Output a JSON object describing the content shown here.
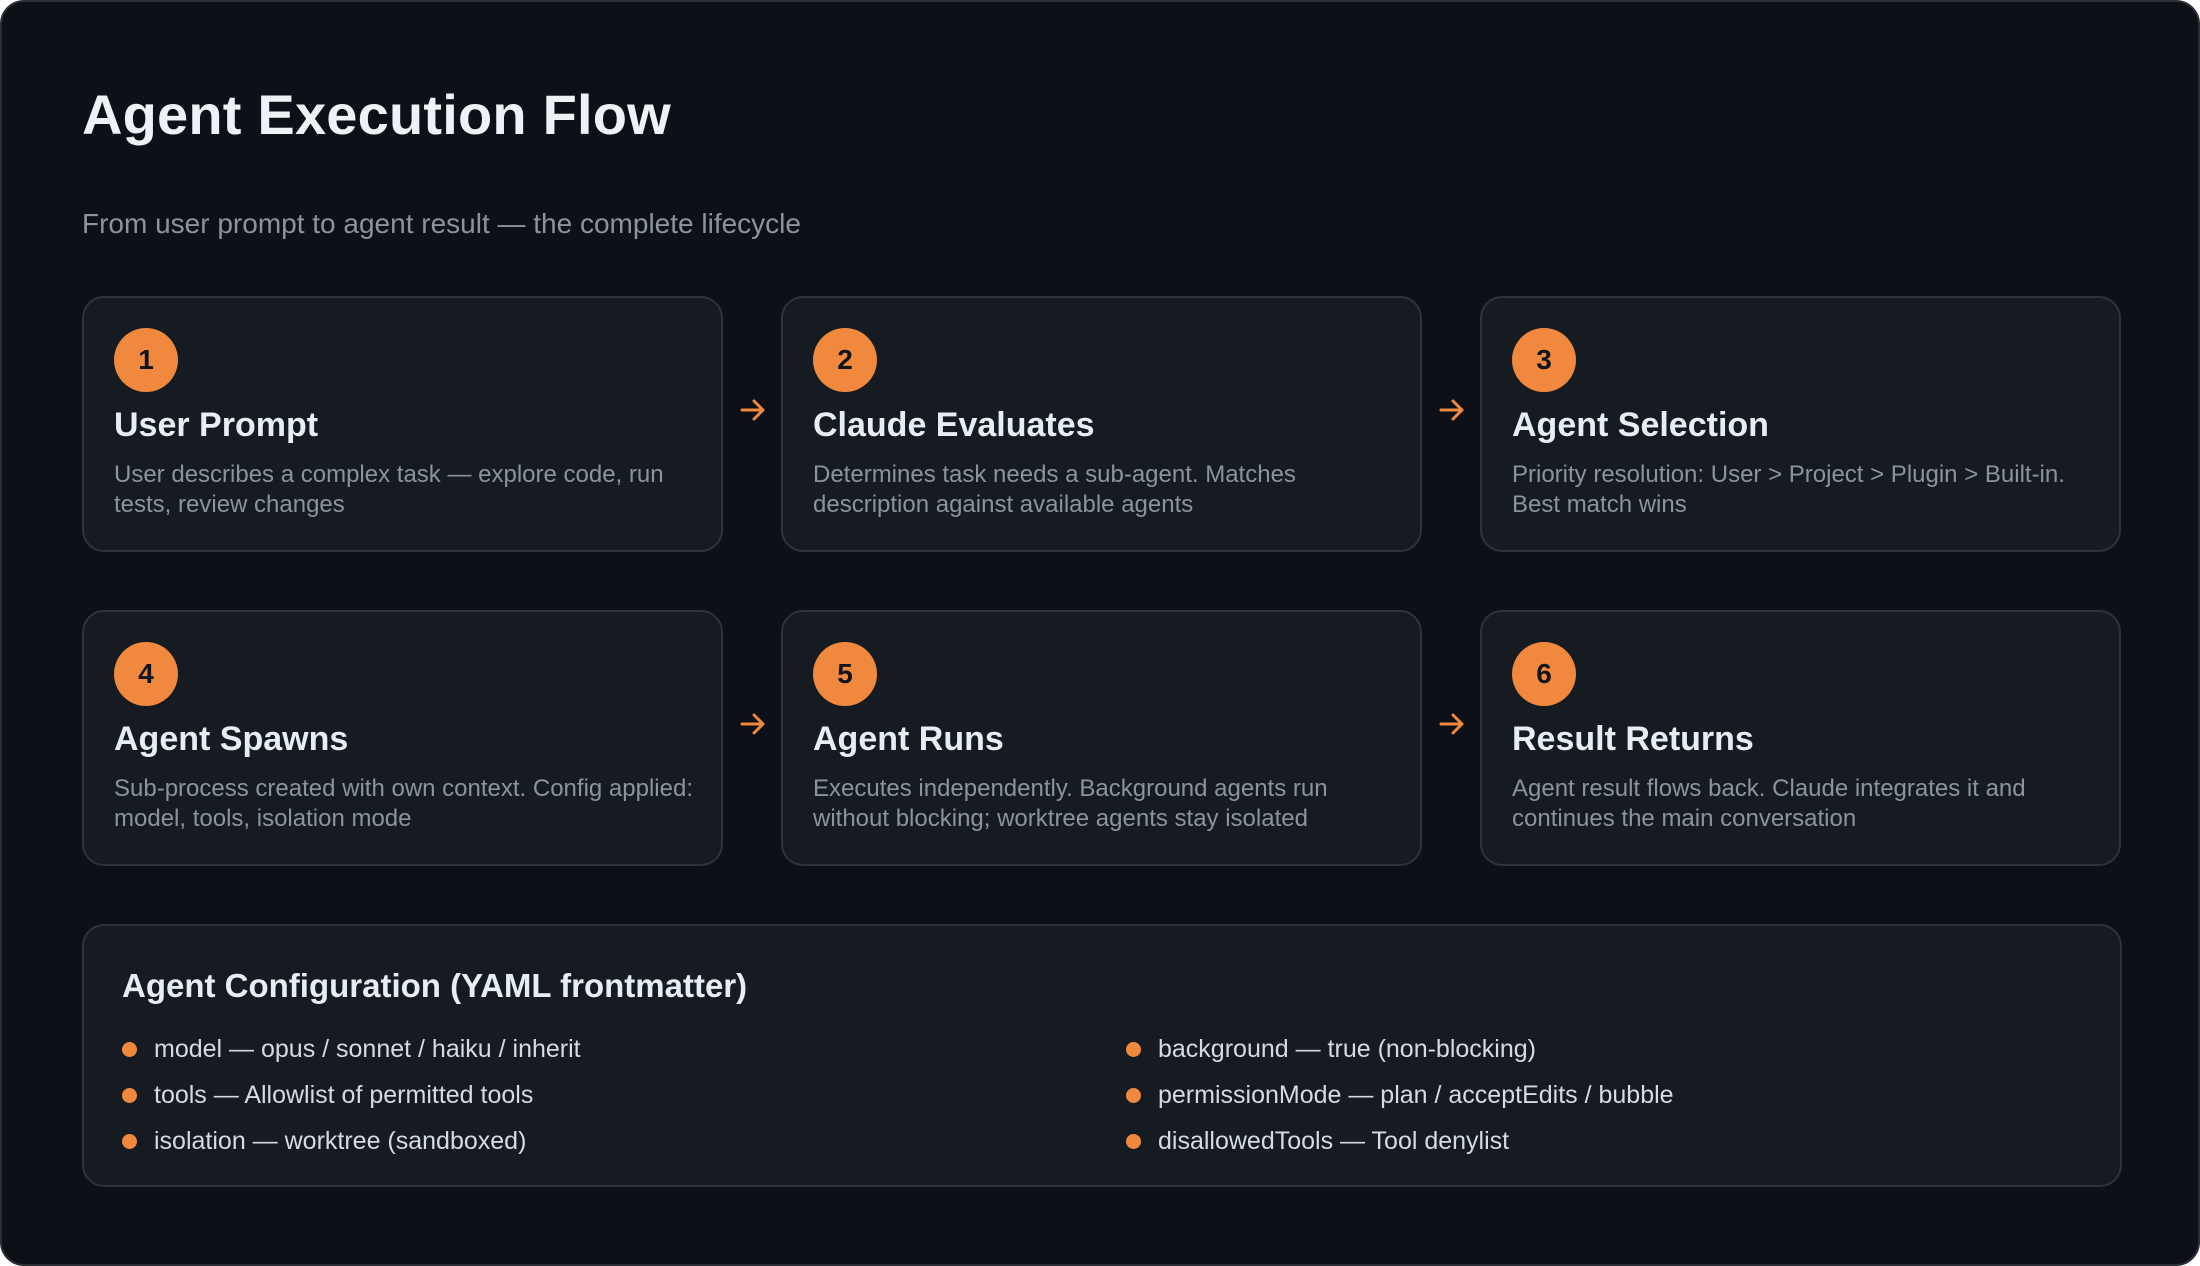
{
  "header": {
    "title": "Agent Execution Flow",
    "subtitle": "From user prompt to agent result — the complete lifecycle"
  },
  "steps": [
    {
      "number": "1",
      "title": "User Prompt",
      "description": "User describes a complex task — explore code, run tests, review changes"
    },
    {
      "number": "2",
      "title": "Claude Evaluates",
      "description": "Determines task needs a sub-agent. Matches description against available agents"
    },
    {
      "number": "3",
      "title": "Agent Selection",
      "description": "Priority resolution: User > Project > Plugin > Built-in. Best match wins"
    },
    {
      "number": "4",
      "title": "Agent Spawns",
      "description": "Sub-process created with own context. Config applied: model, tools, isolation mode"
    },
    {
      "number": "5",
      "title": "Agent Runs",
      "description": "Executes independently. Background agents run without blocking; worktree agents stay isolated"
    },
    {
      "number": "6",
      "title": "Result Returns",
      "description": "Agent result flows back. Claude integrates it and continues the main conversation"
    }
  ],
  "config": {
    "title": "Agent Configuration (YAML frontmatter)",
    "left_items": [
      "model — opus / sonnet / haiku / inherit",
      "tools — Allowlist of permitted tools",
      "isolation — worktree (sandboxed)"
    ],
    "right_items": [
      "background — true (non-blocking)",
      "permissionMode — plan / acceptEdits / bubble",
      "disallowedTools — Tool denylist"
    ]
  },
  "colors": {
    "background": "#0d1117",
    "card": "#161b22",
    "accent": "#f0883e",
    "title_text": "#e6edf3",
    "muted_text": "#8b949e"
  },
  "icons": {
    "connector": "arrow-right-icon",
    "bullet": "orange-dot-icon"
  }
}
